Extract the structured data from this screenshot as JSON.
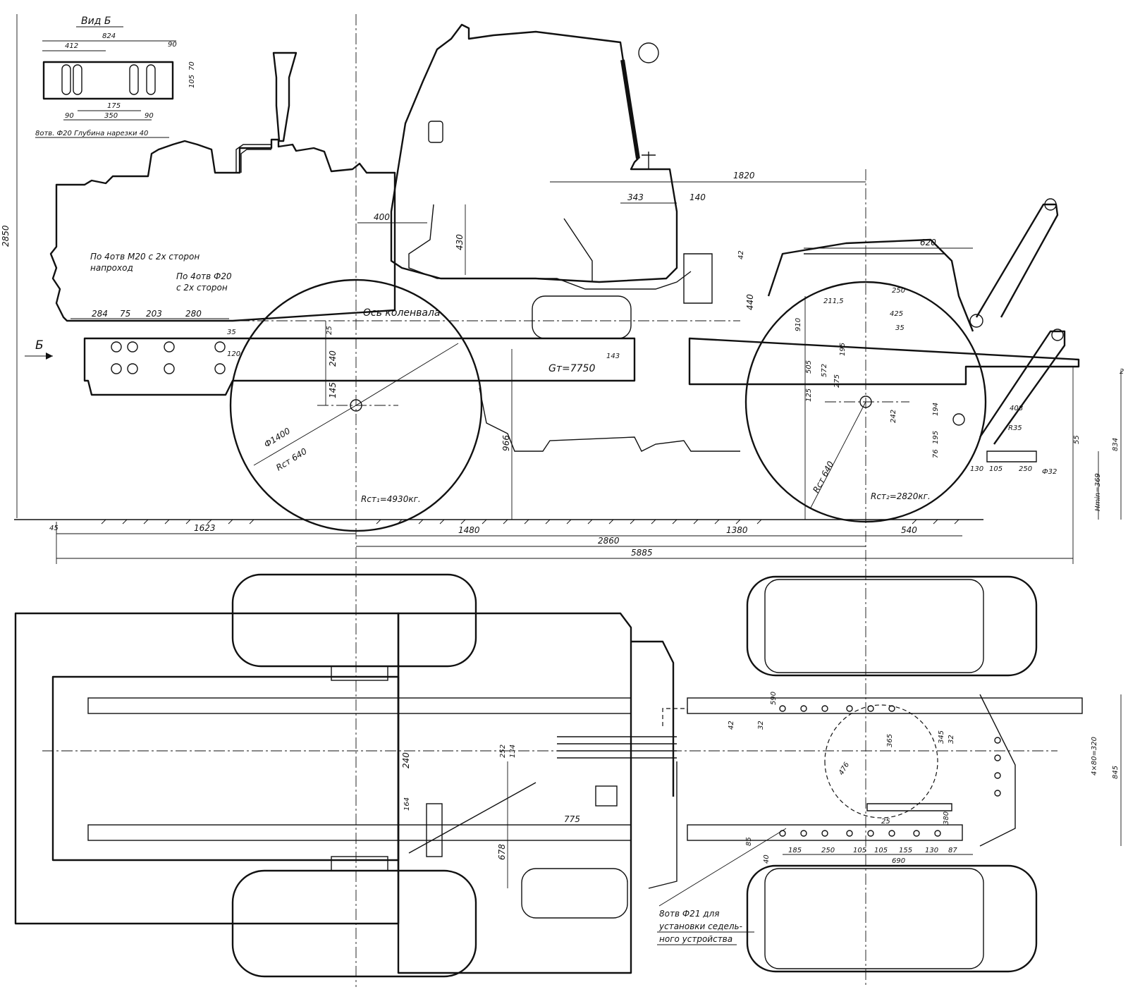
{
  "view_b": {
    "title": "Вид Б",
    "dims": [
      "824",
      "412",
      "90",
      "70",
      "105",
      "175",
      "350",
      "90",
      "90"
    ],
    "note": "8отв. Ф20 Глубина нарезки 40"
  },
  "side_view": {
    "height_total": "2850",
    "arrow_label": "Б",
    "holes_note": [
      "По 4отв М20 с 2х сторон",
      "напроход"
    ],
    "holes_note2": [
      "По 4отв Ф20",
      "с 2х сторон"
    ],
    "frame_dims": [
      "284",
      "75",
      "203",
      "280",
      "35",
      "120"
    ],
    "crankshaft_axis": "Ось коленвала",
    "front_wheel": {
      "diameter": "Ф1400",
      "radius": "Rст 640",
      "load": "Rст₁=4930кг."
    },
    "rear_wheel": {
      "radius": "Rст 640",
      "load": "Rст₂=2820кг."
    },
    "weight": "Gт=7750",
    "misc_dims": [
      "25",
      "240",
      "145",
      "400",
      "430",
      "343",
      "140",
      "1820",
      "42",
      "440",
      "143",
      "966",
      "620",
      "211,5",
      "250",
      "425",
      "35",
      "910",
      "505",
      "572",
      "195",
      "275",
      "125",
      "242",
      "194",
      "195",
      "76",
      "408",
      "R35",
      "55",
      "834",
      "130",
      "105",
      "250",
      "Ф32",
      "Hmin=369",
      "2"
    ],
    "bottom_dims": [
      "45",
      "1623",
      "1480",
      "1380",
      "540",
      "2860",
      "5885"
    ]
  },
  "top_view": {
    "dims": [
      "240",
      "164",
      "252",
      "134",
      "678",
      "775",
      "42",
      "32",
      "590",
      "476",
      "365",
      "345",
      "32",
      "4×80=320",
      "845",
      "25",
      "380",
      "85",
      "40",
      "185",
      "250",
      "105",
      "105",
      "155",
      "130",
      "87",
      "690"
    ],
    "note": [
      "8отв Ф21 для",
      "установки седель-",
      "ного устройства"
    ]
  }
}
